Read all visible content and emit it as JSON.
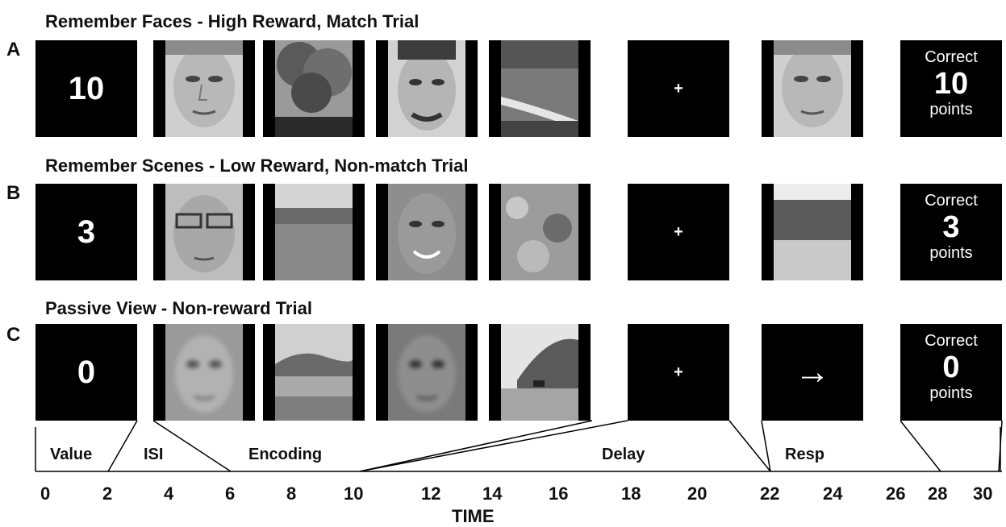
{
  "rows": [
    {
      "letter": "A",
      "title": "Remember Faces - High Reward, Match Trial",
      "value": "10",
      "feedback_label": "Correct",
      "points": "10",
      "points_unit": "points"
    },
    {
      "letter": "B",
      "title": "Remember Scenes - Low Reward, Non-match Trial",
      "value": "3",
      "feedback_label": "Correct",
      "points": "3",
      "points_unit": "points"
    },
    {
      "letter": "C",
      "title": "Passive View - Non-reward Trial",
      "value": "0",
      "feedback_label": "Correct",
      "points": "0",
      "points_unit": "points"
    }
  ],
  "fixation": "+",
  "response_arrow": "→",
  "phases": [
    "Value",
    "ISI",
    "Encoding",
    "Delay",
    "Resp"
  ],
  "ticks": [
    "0",
    "2",
    "4",
    "6",
    "8",
    "10",
    "12",
    "14",
    "16",
    "18",
    "20",
    "22",
    "24",
    "26",
    "28",
    "30"
  ],
  "axis_title": "TIME"
}
